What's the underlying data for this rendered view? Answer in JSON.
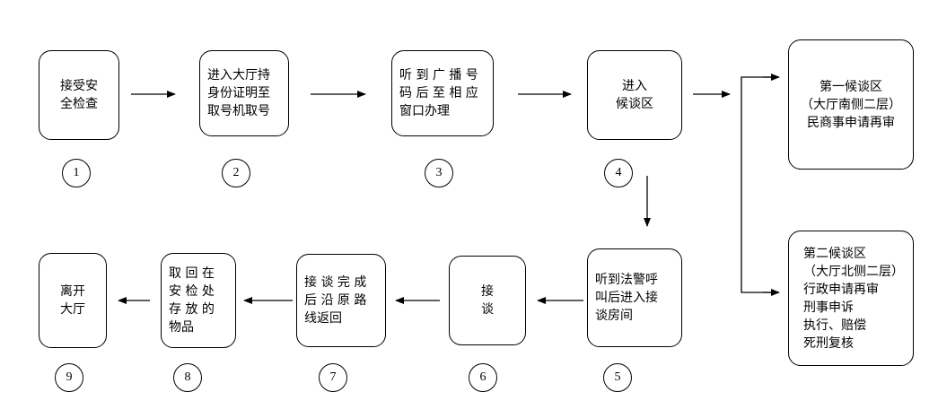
{
  "steps": [
    {
      "label_lines": [
        "接受安",
        "全检查"
      ],
      "number": "1"
    },
    {
      "label_lines": [
        "进入大厅持",
        "身份证明至",
        "取号机取号"
      ],
      "number": "2"
    },
    {
      "label_lines": [
        "听 到 广 播 号",
        "码 后 至 相 应",
        "窗口办理"
      ],
      "number": "3"
    },
    {
      "label_lines": [
        "进入",
        "候谈区"
      ],
      "number": "4"
    },
    {
      "label_lines": [
        "听到法警呼",
        "叫后进入接",
        "谈房间"
      ],
      "number": "5"
    },
    {
      "label_lines": [
        "接",
        "谈"
      ],
      "number": "6"
    },
    {
      "label_lines": [
        "接 谈 完 成",
        "后 沿 原 路",
        "线返回"
      ],
      "number": "7"
    },
    {
      "label_lines": [
        "取 回 在",
        "安 检 处",
        "存 放 的",
        "物品"
      ],
      "number": "8"
    },
    {
      "label_lines": [
        "离开",
        "大厅"
      ],
      "number": "9"
    }
  ],
  "waiting_areas": [
    {
      "label_lines": [
        "第一候谈区",
        "（大厅南侧二层）",
        "民商事申请再审"
      ]
    },
    {
      "label_lines": [
        "第二候谈区",
        "（大厅北侧二层）",
        "行政申请再审",
        "刑事申诉",
        "执行、赔偿",
        "死刑复核"
      ]
    }
  ]
}
